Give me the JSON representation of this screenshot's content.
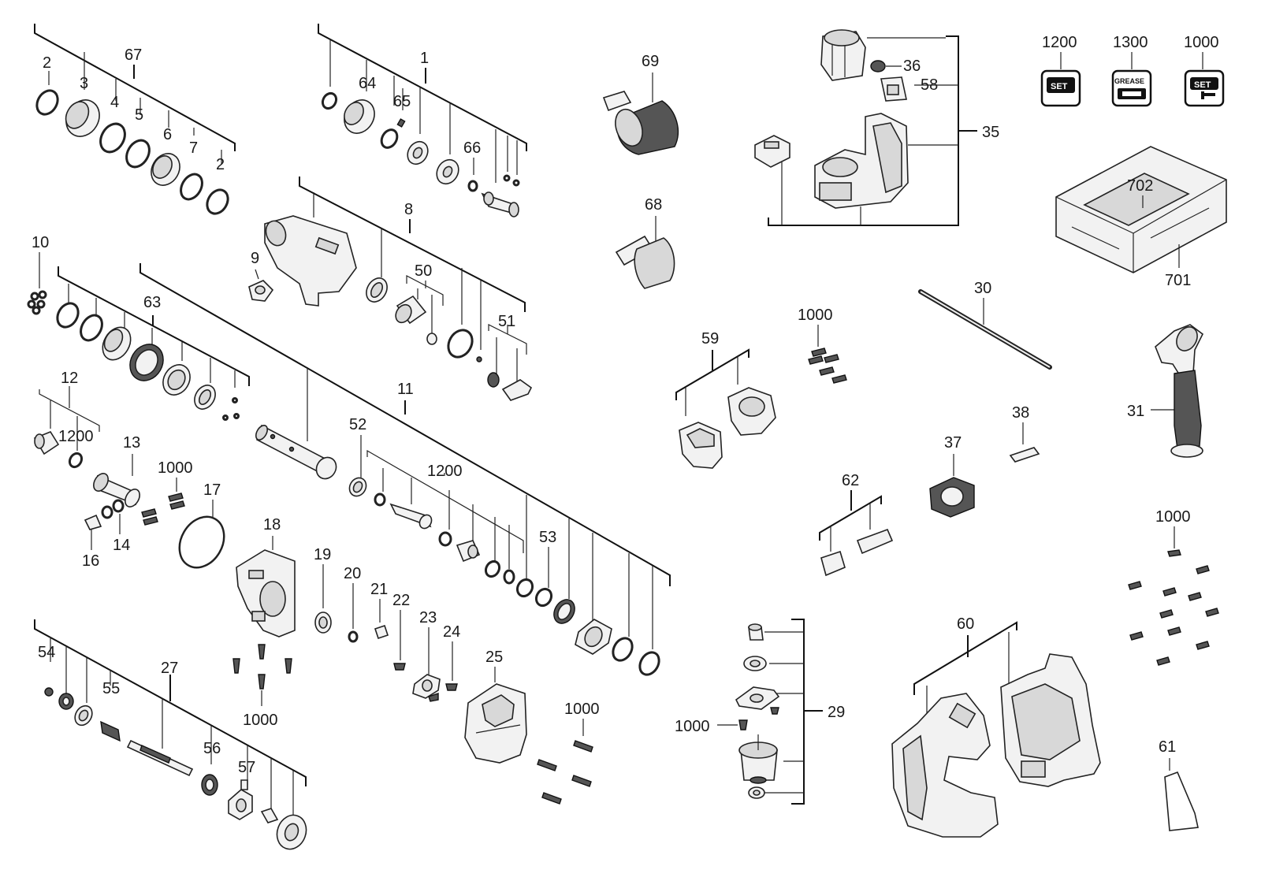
{
  "diagram": {
    "labels": {
      "p67": "67",
      "p2a": "2",
      "p3": "3",
      "p4": "4",
      "p5": "5",
      "p6": "6",
      "p7": "7",
      "p2b": "2",
      "p1": "1",
      "p64": "64",
      "p65": "65",
      "p66": "66",
      "p69": "69",
      "p68": "68",
      "p36": "36",
      "p58": "58",
      "p35": "35",
      "p1200_top": "1200",
      "p1300": "1300",
      "p1000_top": "1000",
      "p702": "702",
      "p701": "701",
      "p8": "8",
      "p9": "9",
      "p50": "50",
      "p51": "51",
      "p10": "10",
      "p63": "63",
      "p30": "30",
      "p31": "31",
      "p59": "59",
      "p1000_59": "1000",
      "p11": "11",
      "p12": "12",
      "p1200_12": "1200",
      "p13": "13",
      "p1000_13": "1000",
      "p14": "14",
      "p16": "16",
      "p17": "17",
      "p18": "18",
      "p52": "52",
      "p1200_mid": "1200",
      "p53": "53",
      "p37": "37",
      "p38": "38",
      "p62": "62",
      "p1000_right": "1000",
      "p19": "19",
      "p20": "20",
      "p21": "21",
      "p22": "22",
      "p23": "23",
      "p24": "24",
      "p25": "25",
      "p1000_18": "1000",
      "p1000_25": "1000",
      "p54": "54",
      "p55": "55",
      "p27": "27",
      "p56": "56",
      "p57": "57",
      "p29": "29",
      "p1000_29": "1000",
      "p60": "60",
      "p61": "61"
    },
    "icons": {
      "set_1200": "SET",
      "grease_1300": "GREASE",
      "set_1000": "SET"
    }
  }
}
